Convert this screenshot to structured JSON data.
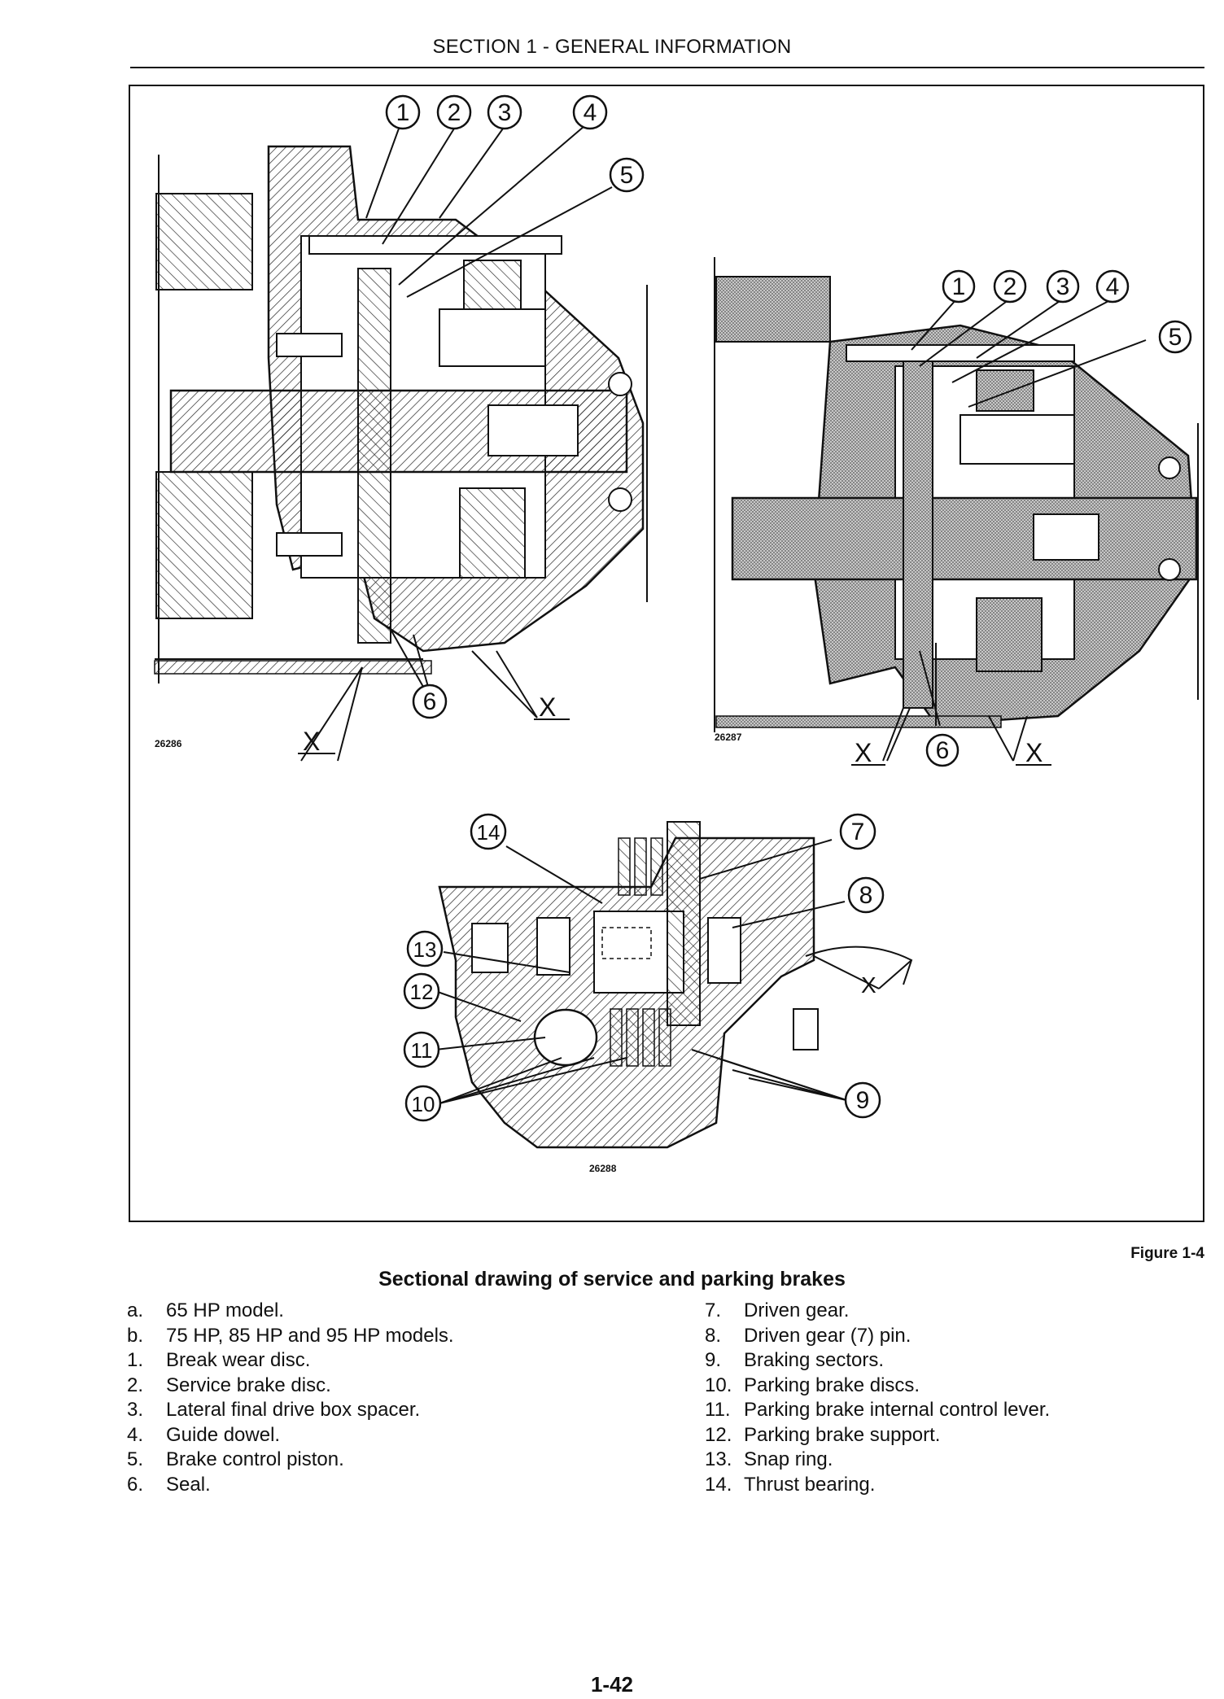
{
  "header": {
    "section_title": "SECTION 1 - GENERAL INFORMATION"
  },
  "figure": {
    "label": "Figure 1-4",
    "caption": "Sectional drawing of service and parking brakes",
    "panel_a": {
      "image_number": "26286",
      "callouts": [
        "1",
        "2",
        "3",
        "4",
        "5",
        "6"
      ],
      "x_marker": "X"
    },
    "panel_b": {
      "image_number": "26287",
      "callouts": [
        "1",
        "2",
        "3",
        "4",
        "5",
        "6"
      ],
      "x_marker": "X"
    },
    "panel_c": {
      "image_number": "26288",
      "callouts": [
        "7",
        "8",
        "9",
        "10",
        "11",
        "12",
        "13",
        "14"
      ],
      "x_marker": "X"
    }
  },
  "legend": {
    "left": [
      {
        "key": "a.",
        "text": "65 HP model."
      },
      {
        "key": "b.",
        "text": "75 HP, 85 HP and 95 HP models."
      },
      {
        "key": "1.",
        "text": "Break wear disc."
      },
      {
        "key": "2.",
        "text": "Service brake disc."
      },
      {
        "key": "3.",
        "text": "Lateral final drive box spacer."
      },
      {
        "key": "4.",
        "text": "Guide dowel."
      },
      {
        "key": "5.",
        "text": "Brake control piston."
      },
      {
        "key": "6.",
        "text": "Seal."
      }
    ],
    "right": [
      {
        "key": "7.",
        "text": "Driven gear."
      },
      {
        "key": "8.",
        "text": "Driven gear (7) pin."
      },
      {
        "key": "9.",
        "text": "Braking sectors."
      },
      {
        "key": "10.",
        "text": "Parking brake discs."
      },
      {
        "key": "11.",
        "text": "Parking brake internal control lever."
      },
      {
        "key": "12.",
        "text": "Parking brake support."
      },
      {
        "key": "13.",
        "text": "Snap ring."
      },
      {
        "key": "14.",
        "text": "Thrust bearing."
      }
    ]
  },
  "page_number": "1-42"
}
